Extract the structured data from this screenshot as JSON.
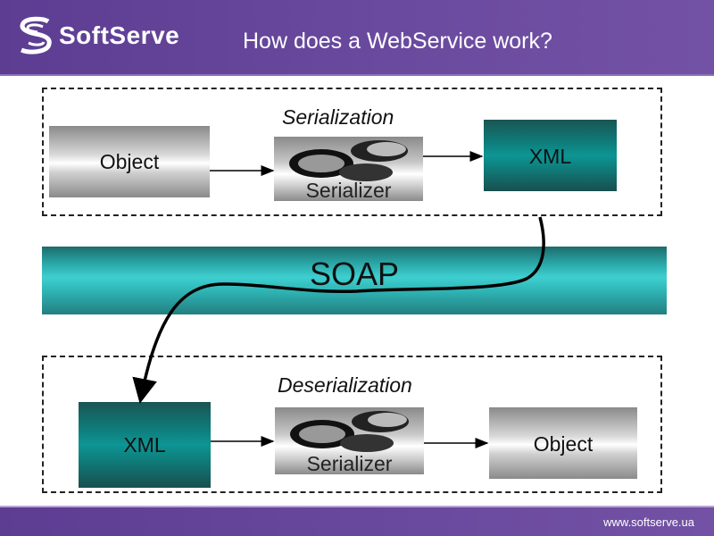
{
  "header": {
    "logo_text": "SoftServe",
    "title": "How does a WebService work?"
  },
  "serialization": {
    "label": "Serialization",
    "source": "Object",
    "processor": "Serializer",
    "target": "XML"
  },
  "transport": {
    "label": "SOAP"
  },
  "deserialization": {
    "label": "Deserialization",
    "source": "XML",
    "processor": "Serializer",
    "target": "Object"
  },
  "footer": {
    "url": "www.softserve.ua"
  }
}
